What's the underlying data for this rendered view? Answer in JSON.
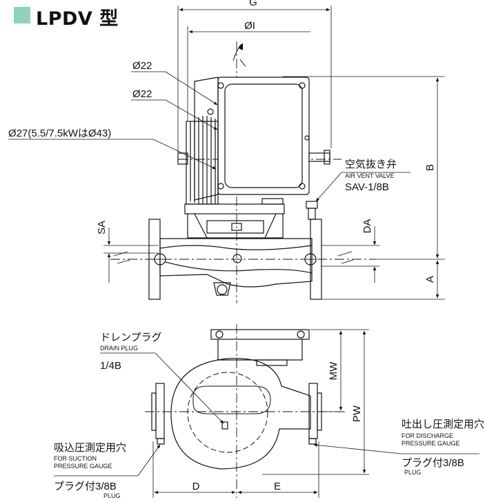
{
  "title": "LPDV 型",
  "colors": {
    "title_mark": "#8fd3b8",
    "line": "#111111"
  },
  "front_view": {
    "dims": {
      "g": "G",
      "phi_i": "ØI",
      "b": "B",
      "a": "A",
      "sa": "SA",
      "da": "DA"
    },
    "callouts": {
      "phi22_top": "Ø22",
      "phi22_mid": "Ø22",
      "phi27": "Ø27(5.5/7.5kWはØ43)",
      "air_vent_jp": "空気抜き弁",
      "air_vent_en": "AIR VENT VALVE",
      "air_vent_model": "SAV-1/8B"
    }
  },
  "plan_view": {
    "dims": {
      "mw": "MW",
      "pw": "PW",
      "d": "D",
      "e": "E"
    },
    "callouts": {
      "drain_jp": "ドレンプラグ",
      "drain_en": "DRAIN PLUG",
      "drain_size": "1/4B",
      "suction_jp": "吸込圧測定用穴",
      "suction_en1": "FOR SUCTION",
      "suction_en2": "PRESSURE GAUGE",
      "suction_plug_jp": "プラグ付3/8B",
      "suction_plug_en": "PLUG",
      "discharge_jp": "吐出し圧測定用穴",
      "discharge_en1": "FOR DISCHARGE",
      "discharge_en2": "PRESSURE GAUGE",
      "discharge_plug_jp": "プラグ付3/8B",
      "discharge_plug_en": "PLUG"
    }
  }
}
